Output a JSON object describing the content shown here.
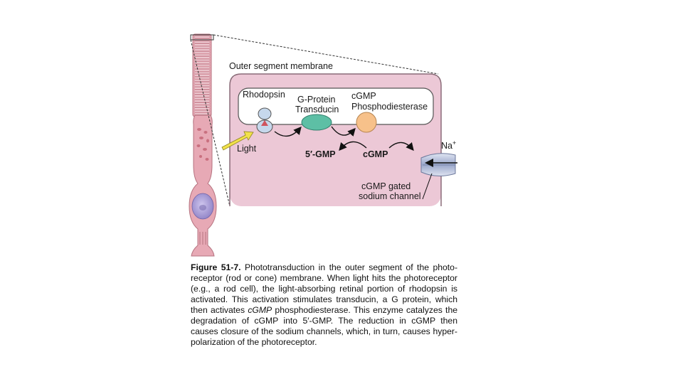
{
  "diagram": {
    "outer_segment_label": "Outer segment membrane",
    "rhodopsin_label": "Rhodopsin",
    "gprotein_label": "G-Protein",
    "transducin_label": "Transducin",
    "cgmp_top_label": "cGMP",
    "phosphodiesterase_label": "Phosphodiesterase",
    "light_label": "Light",
    "five_gmp_label": "5′-GMP",
    "cgmp_mid_label": "cGMP",
    "sodium_ion_label": "Na",
    "sodium_ion_charge": "+",
    "channel_label_line1": "cGMP gated",
    "channel_label_line2": "sodium channel",
    "colors": {
      "cell_pink": "#e7a9b5",
      "cell_outline": "#b5727f",
      "cytoplasm": "#ecc8d6",
      "transducin": "#5dbfa5",
      "phosphodiesterase": "#f7c18a",
      "rhodopsin": "#c6d8ec",
      "light_arrow": "#f1e14a",
      "nucleus": "#a59bd4",
      "channel": "#a9b5d3"
    }
  },
  "caption": {
    "figure_label": "Figure 51-7.",
    "text_1": "Phototransduction in the outer segment of the photo-receptor (rod or cone) membrane. When light hits the photoreceptor (e.g., a rod cell), the light-absorbing retinal portion of rhodopsin is activated. This activation stimulates transducin, a G protein, which then activates",
    "italic_1": "cGMP",
    "text_2": "phosphodiesterase. This enzyme catalyzes the degradation of cGMP into 5′-GMP. The reduction in cGMP then causes closure of the sodium channels, which, in turn, causes hyper-polarization of the photoreceptor."
  }
}
